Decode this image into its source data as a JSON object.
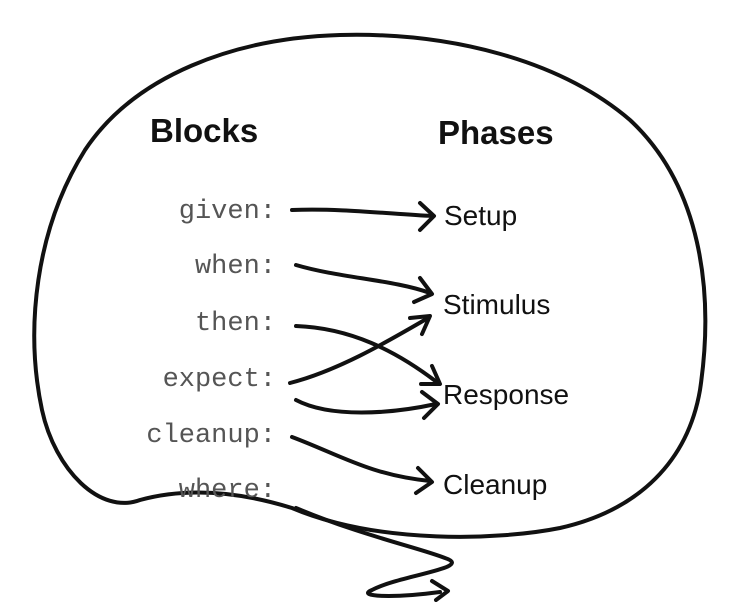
{
  "headings": {
    "blocks": "Blocks",
    "phases": "Phases"
  },
  "blocks": [
    "given:",
    "when:",
    "then:",
    "expect:",
    "cleanup:",
    "where:"
  ],
  "phases": [
    "Setup",
    "Stimulus",
    "Response",
    "Cleanup"
  ],
  "mappings": [
    {
      "block": "given:",
      "phase": "Setup"
    },
    {
      "block": "when:",
      "phase": "Stimulus"
    },
    {
      "block": "then:",
      "phase": "Response"
    },
    {
      "block": "expect:",
      "phase": "Stimulus"
    },
    {
      "block": "expect:",
      "phase": "Response"
    },
    {
      "block": "cleanup:",
      "phase": "Cleanup"
    },
    {
      "block": "where:",
      "phase": ""
    }
  ],
  "colors": {
    "ink": "#111111",
    "block_text": "#555555",
    "background": "#ffffff"
  }
}
